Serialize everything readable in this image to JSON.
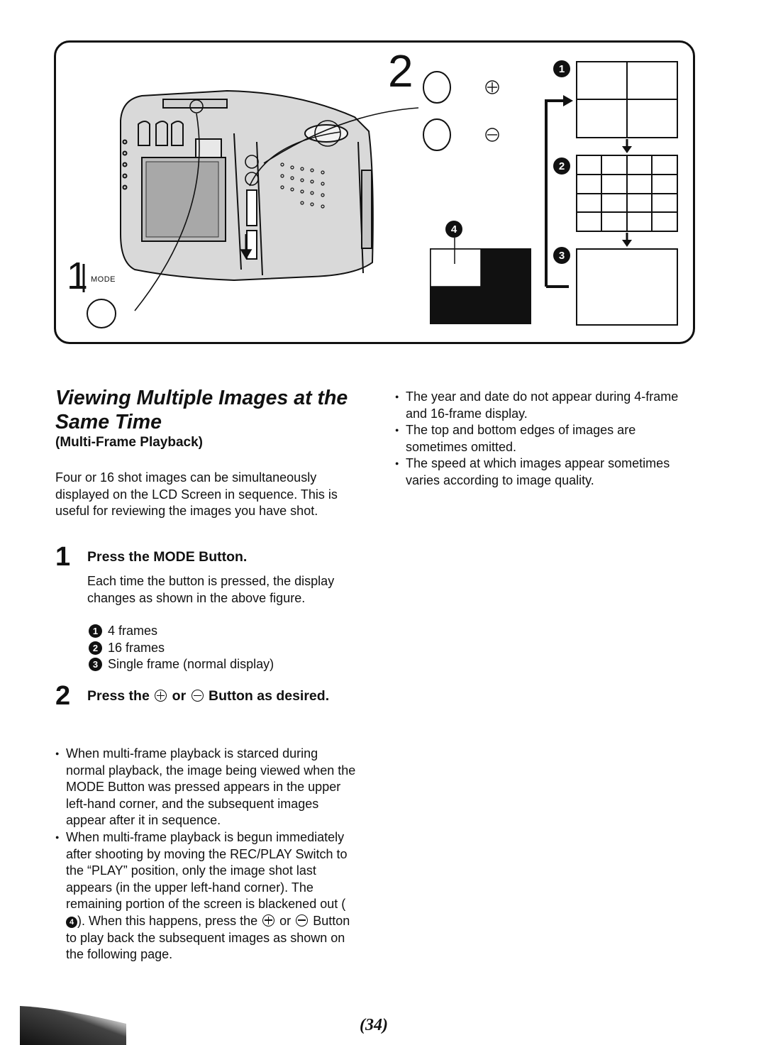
{
  "figure": {
    "step1_number": "1",
    "step2_number": "2",
    "mode_label": "MODE",
    "markers": [
      "1",
      "2",
      "3",
      "4"
    ]
  },
  "title": "Viewing Multiple Images at the Same Time",
  "subtitle": "(Multi-Frame Playback)",
  "intro": "Four or 16 shot images can be simultaneously displayed on the LCD Screen in sequence. This is useful for reviewing the images you have shot.",
  "step1": {
    "number": "1",
    "heading": "Press the MODE Button.",
    "description": "Each time the button is pressed, the display changes as shown in the above figure.",
    "items": [
      {
        "marker": "1",
        "text": "4 frames"
      },
      {
        "marker": "2",
        "text": "16 frames"
      },
      {
        "marker": "3",
        "text": "Single frame (normal display)"
      }
    ]
  },
  "step2": {
    "number": "2",
    "heading_pre": "Press the",
    "heading_mid": "or",
    "heading_post": "Button as desired."
  },
  "notes_left": [
    {
      "text": "When multi-frame playback is starced during normal playback, the image being viewed when the MODE Button was pressed appears in the upper left-hand corner, and the subsequent images appear after it in sequence."
    },
    {
      "text_a": "When multi-frame playback is begun immediately after shooting by moving the REC/PLAY Switch to the “PLAY” position, only the image shot last appears (in the upper left-hand corner). The remaining portion of the screen is blackened out (",
      "marker": "4",
      "text_b": "). When this happens, press the",
      "text_c": "or",
      "text_d": "Button to play back the subsequent images as shown on the following page."
    }
  ],
  "notes_right": [
    "The year and date do not appear during 4-frame and 16-frame display.",
    "The top and bottom edges of images are sometimes omitted.",
    "The speed at which images appear sometimes varies according to image quality."
  ],
  "page_number": "(34)"
}
